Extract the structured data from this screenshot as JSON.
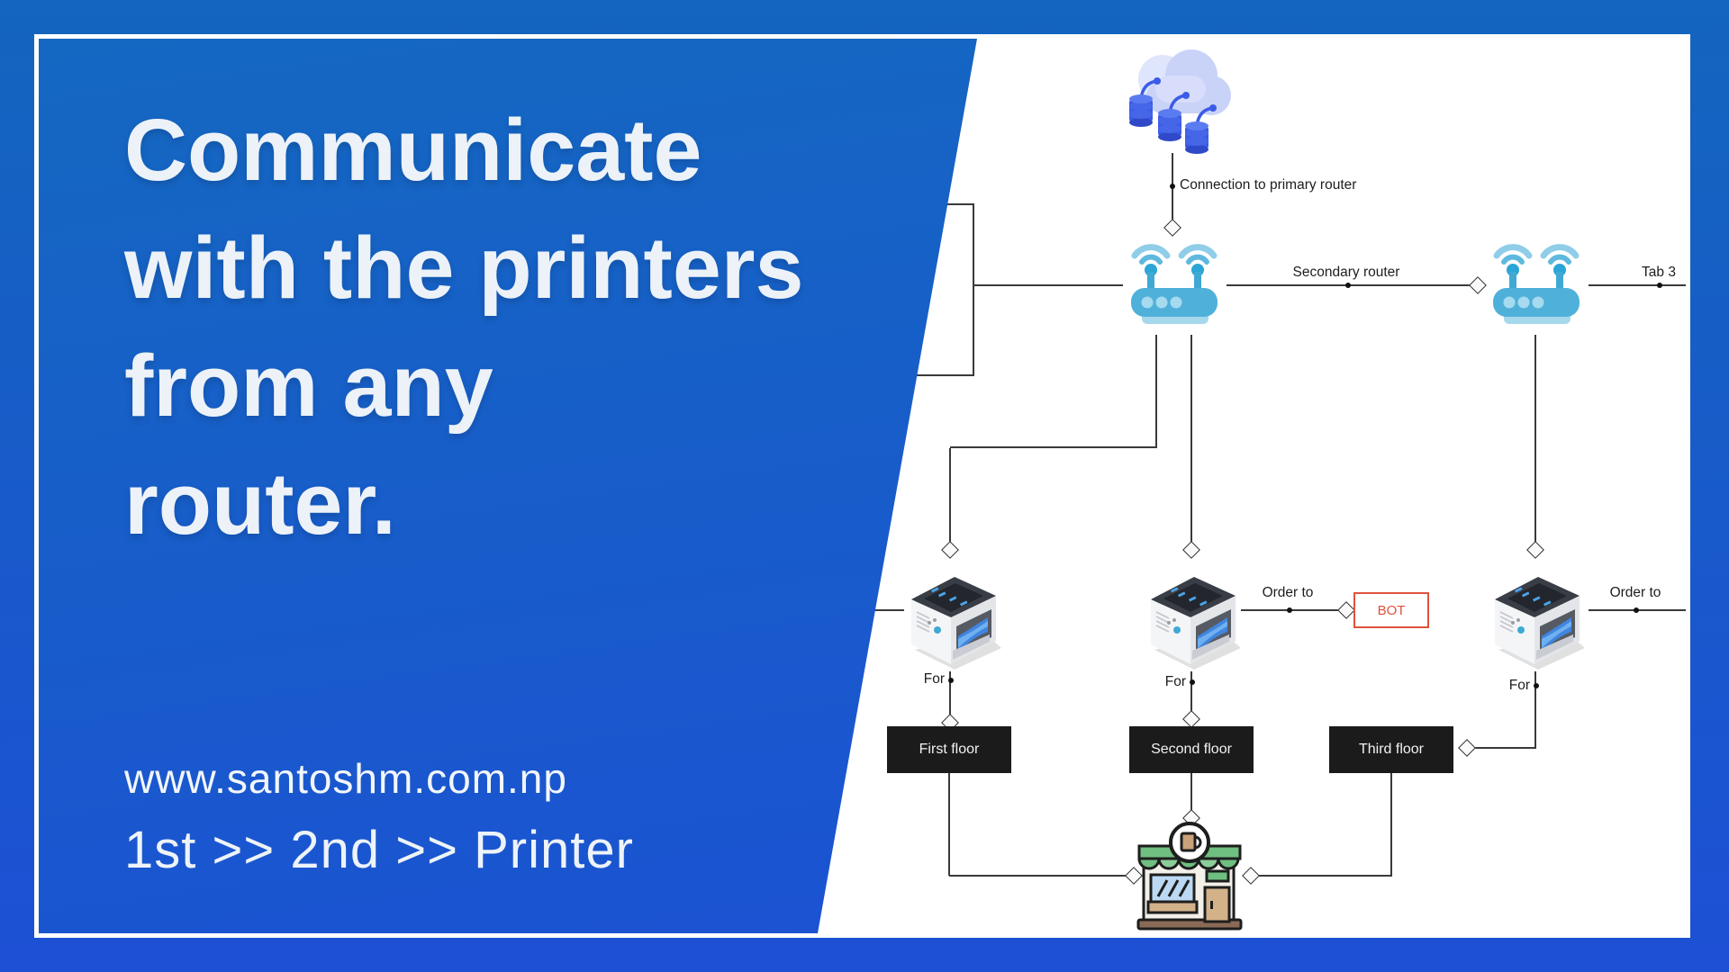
{
  "panel": {
    "headline_lines": [
      "Communicate",
      "with the printers",
      "from any",
      "router."
    ],
    "website": "www.santoshm.com.np",
    "flow": "1st >> 2nd >> Printer",
    "colors": {
      "panel_top": "#1468C1",
      "panel_bottom": "#1C50D4",
      "text": "#ECF2F8"
    }
  },
  "diagram": {
    "labels": {
      "connection": "Connection to primary router",
      "secondary_router": "Secondary router",
      "tab3": "Tab 3",
      "order_to_mid": "Order to",
      "order_to_right": "Order to",
      "for_left": "For",
      "for_mid": "For",
      "for_right": "For",
      "bot": "BOT"
    },
    "floors": [
      "First floor",
      "Second floor",
      "Third floor"
    ],
    "icons": [
      "cloud-database-icon",
      "wifi-router-icon",
      "wifi-router-icon",
      "printer-icon",
      "printer-icon",
      "printer-icon",
      "storefront-icon"
    ],
    "colors": {
      "line": "#3A3A3A",
      "bot_accent": "#E0513D",
      "floor_bg": "#1B1B1B",
      "router_blue": "#4FB0DA",
      "router_light": "#A6D8EC",
      "printer_paper": "#3F85E0",
      "cloud_lavender": "#C9D3F8",
      "database_blue": "#3B5BE8",
      "store_green": "#6FBF80",
      "store_tan": "#D3B28A",
      "store_base_brown": "#8A6A57"
    }
  }
}
